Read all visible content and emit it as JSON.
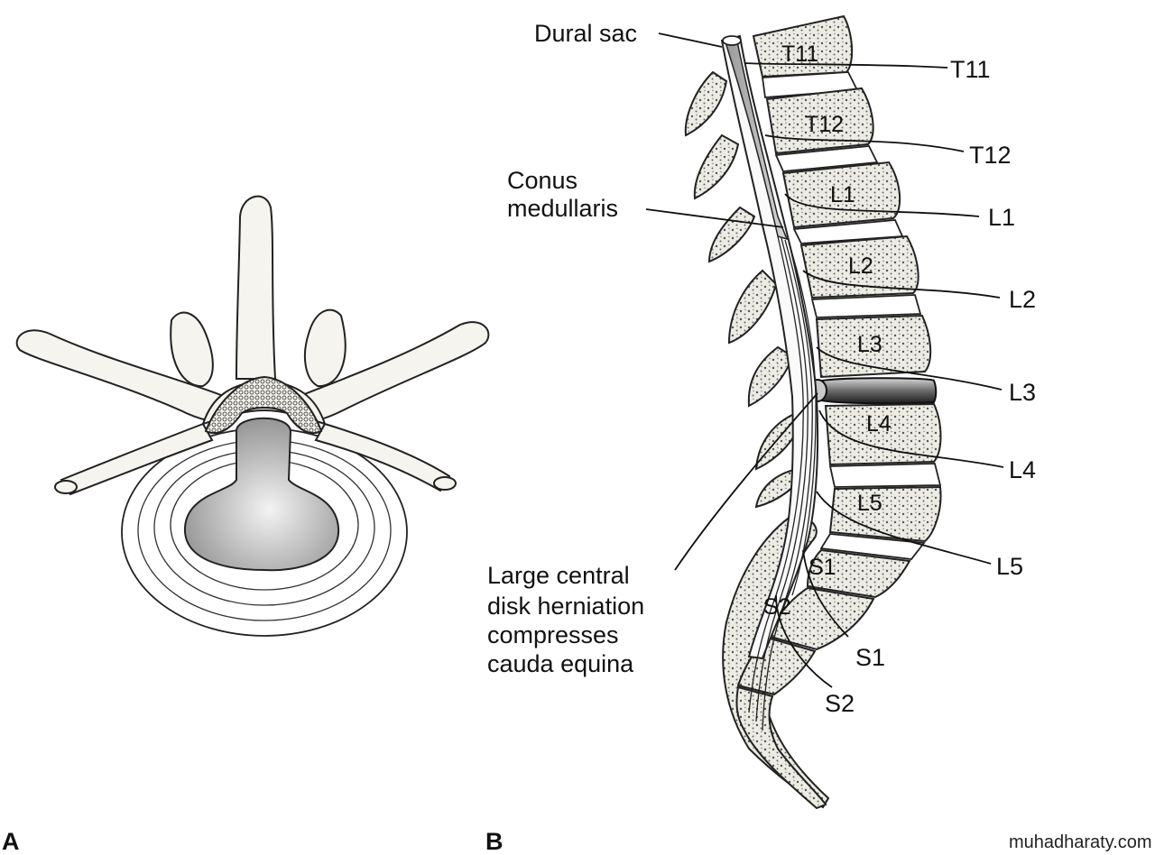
{
  "panels": {
    "a": "A",
    "b": "B"
  },
  "labels": {
    "dural_sac": "Dural sac",
    "conus_line1": "Conus",
    "conus_line2": "medullaris",
    "herniation_line1": "Large central",
    "herniation_line2": "disk herniation",
    "herniation_line3": "compresses",
    "herniation_line4": "cauda equina"
  },
  "vertebrae": [
    "T11",
    "T12",
    "L1",
    "L2",
    "L3",
    "L4",
    "L5",
    "S1",
    "S2"
  ],
  "roots": [
    "T11",
    "T12",
    "L1",
    "L2",
    "L3",
    "L4",
    "L5",
    "S1",
    "S2"
  ],
  "watermark": "muhadharaty.com"
}
